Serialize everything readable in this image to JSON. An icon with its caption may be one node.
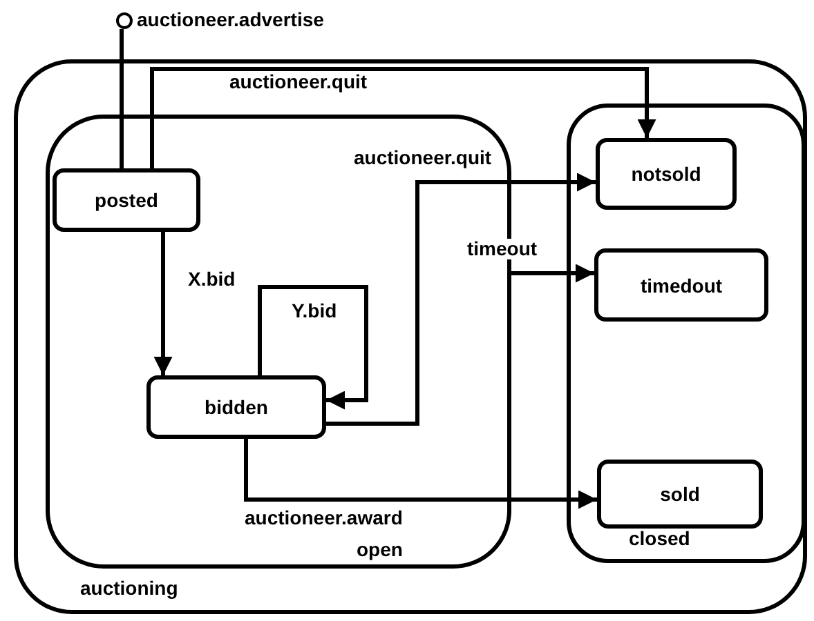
{
  "diagram": {
    "nodes": [
      {
        "text": [],
        "shape": "circle",
        "beside": [
          "auctioneer.advertise"
        ]
      },
      {
        "text": [
          "auctioning"
        ]
      },
      {
        "text": [
          "open"
        ],
        "in": 1
      },
      {
        "text": [
          "posted"
        ],
        "in": 2
      },
      {
        "text": [
          "bidden"
        ],
        "in": 2
      },
      {
        "text": [
          "closed"
        ],
        "in": 1
      },
      {
        "text": [
          "notsold"
        ],
        "in": 5
      },
      {
        "text": [
          "timedout"
        ],
        "in": 5
      },
      {
        "text": [
          "sold"
        ],
        "in": 5
      }
    ],
    "edges": [
      {
        "from": 0,
        "to": 3,
        "arrow": "none"
      },
      {
        "from": 3,
        "to": 6,
        "arrow": "to",
        "label": "auctioneer.quit"
      },
      {
        "from": 3,
        "to": 4,
        "arrow": "to",
        "label": "X.bid"
      },
      {
        "from": 4,
        "to": 4,
        "arrow": "to",
        "label": "Y.bid"
      },
      {
        "from": 4,
        "to": 6,
        "arrow": "to",
        "label": "auctioneer.quit"
      },
      {
        "from": 2,
        "to": 7,
        "arrow": "to",
        "label": "timeout"
      },
      {
        "from": 4,
        "to": 8,
        "arrow": "to",
        "label": "auctioneer.award"
      }
    ]
  }
}
